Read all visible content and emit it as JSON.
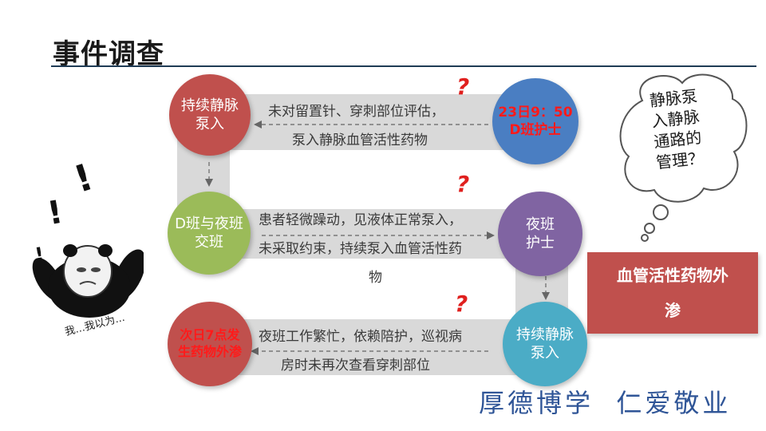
{
  "title": "事件调查",
  "nodes": {
    "start": "持续静脉\n泵入",
    "nurse_d": "23日9：50\nD班护士",
    "handover": "D班与夜班\n交班",
    "night_nurse": "夜班\n护士",
    "pump_again": "持续静脉\n泵入",
    "outcome": "次日7点发\n生药物外渗"
  },
  "notes": {
    "n1_line1": "未对留置针、穿刺部位评估，",
    "n1_line2": "泵入静脉血管活性药物",
    "n2_line1": "患者轻微躁动，见液体正常泵入，",
    "n2_line2": "未采取约束，持续泵入血管活性药",
    "n2_line3": "物",
    "n3_line1": "夜班工作繁忙，依赖陪护，巡视病",
    "n3_line2": "房时未再次查看穿刺部位"
  },
  "question_mark": "?",
  "thought": {
    "line1": "静脉泵",
    "line2": "入静脉",
    "line3": "通路的",
    "line4": "管理？"
  },
  "result_box": {
    "line1": "血管活性药物外",
    "line2": "渗"
  },
  "panda_caption": "我...我以为...",
  "exclaim": "!",
  "motto": "厚德博学  仁爱敬业",
  "colors": {
    "red": "#c0504d",
    "blue": "#4a7ec2",
    "green": "#9bbb59",
    "purple": "#8064a2",
    "teal": "#4bacc6",
    "alert": "#ff1a1a",
    "motto": "#2f5597"
  }
}
